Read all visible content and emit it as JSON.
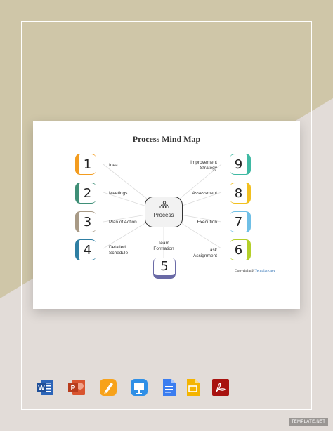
{
  "title": "Process Mind Map",
  "center_label": "Process",
  "left_items": [
    {
      "number": "1",
      "label": "Idea",
      "color": "#f39c1f"
    },
    {
      "number": "2",
      "label": "Meetings",
      "color": "#3f8f77"
    },
    {
      "number": "3",
      "label": "Plan of Action",
      "color": "#a89a86"
    },
    {
      "number": "4",
      "label": "Detailed Schedule",
      "color": "#2f7fa3"
    }
  ],
  "right_items": [
    {
      "number": "9",
      "label": "Improvement Strategy",
      "color": "#3fb9a3"
    },
    {
      "number": "8",
      "label": "Assessment",
      "color": "#f2c01f"
    },
    {
      "number": "7",
      "label": "Execution",
      "color": "#6fbfe6"
    },
    {
      "number": "6",
      "label": "Task Assignment",
      "color": "#b4cf2a"
    }
  ],
  "bottom_item": {
    "number": "5",
    "label": "Team Formation",
    "color": "#6a6aa6"
  },
  "copyright": {
    "prefix": "Copyright@ ",
    "link": "Template.net"
  },
  "app_icons": [
    "word-icon",
    "powerpoint-icon",
    "pages-icon",
    "keynote-icon",
    "google-docs-icon",
    "google-slides-icon",
    "pdf-icon"
  ],
  "watermark": "TEMPLATE.NET"
}
